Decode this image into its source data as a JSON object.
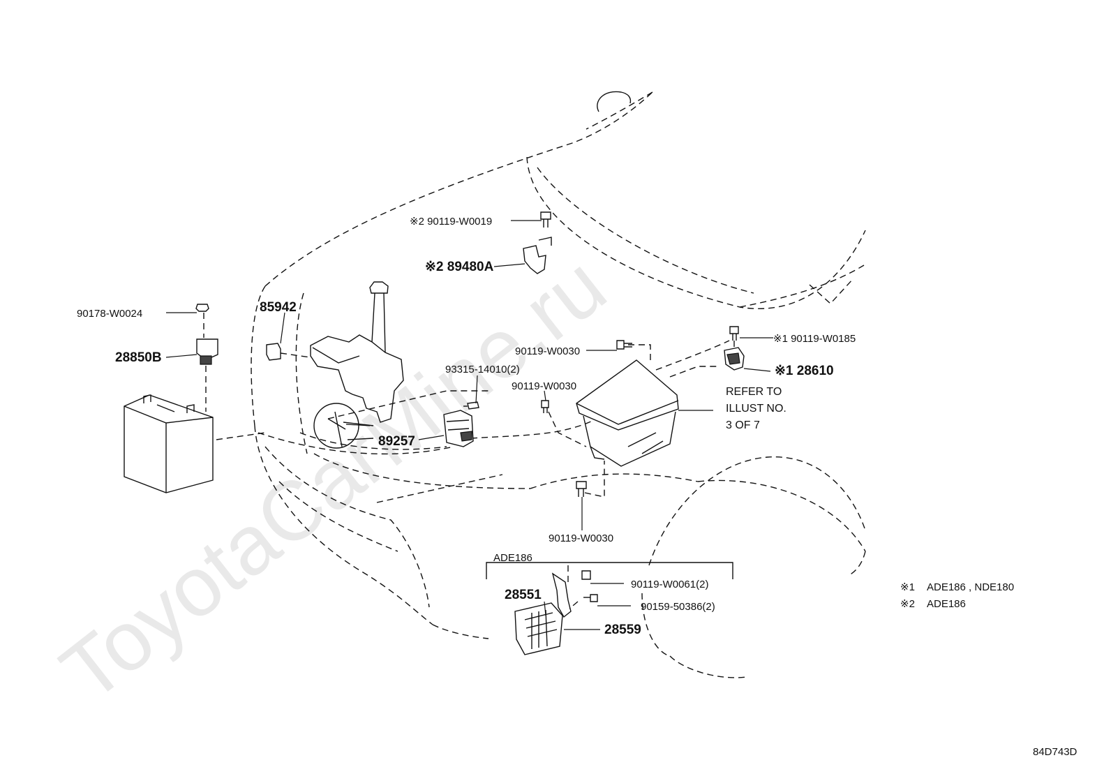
{
  "watermark": "ToyotaCarMine.ru",
  "diagram_code": "84D743D",
  "labels": {
    "l_90119_w0019": "※2 90119-W0019",
    "l_89480a": "※2 89480A",
    "l_90178_w0024": "90178-W0024",
    "l_85942": "85942",
    "l_28850b": "28850B",
    "l_90119_w0030_a": "90119-W0030",
    "l_93315": "93315-14010(2)",
    "l_90119_w0030_b": "90119-W0030",
    "l_89257": "89257",
    "l_90119_w0185": "※1 90119-W0185",
    "l_28610": "※1 28610",
    "l_refer_1": "REFER TO",
    "l_refer_2": "ILLUST NO.",
    "l_refer_3": "3 OF 7",
    "l_90119_w0030_c": "90119-W0030",
    "l_ade186": "ADE186",
    "l_28551": "28551",
    "l_90119_w0061": "90119-W0061(2)",
    "l_90159": "90159-50386(2)",
    "l_28559": "28559"
  },
  "notes": {
    "n1_mark": "※1",
    "n1_text": "ADE186 , NDE180",
    "n2_mark": "※2",
    "n2_text": "ADE186"
  }
}
